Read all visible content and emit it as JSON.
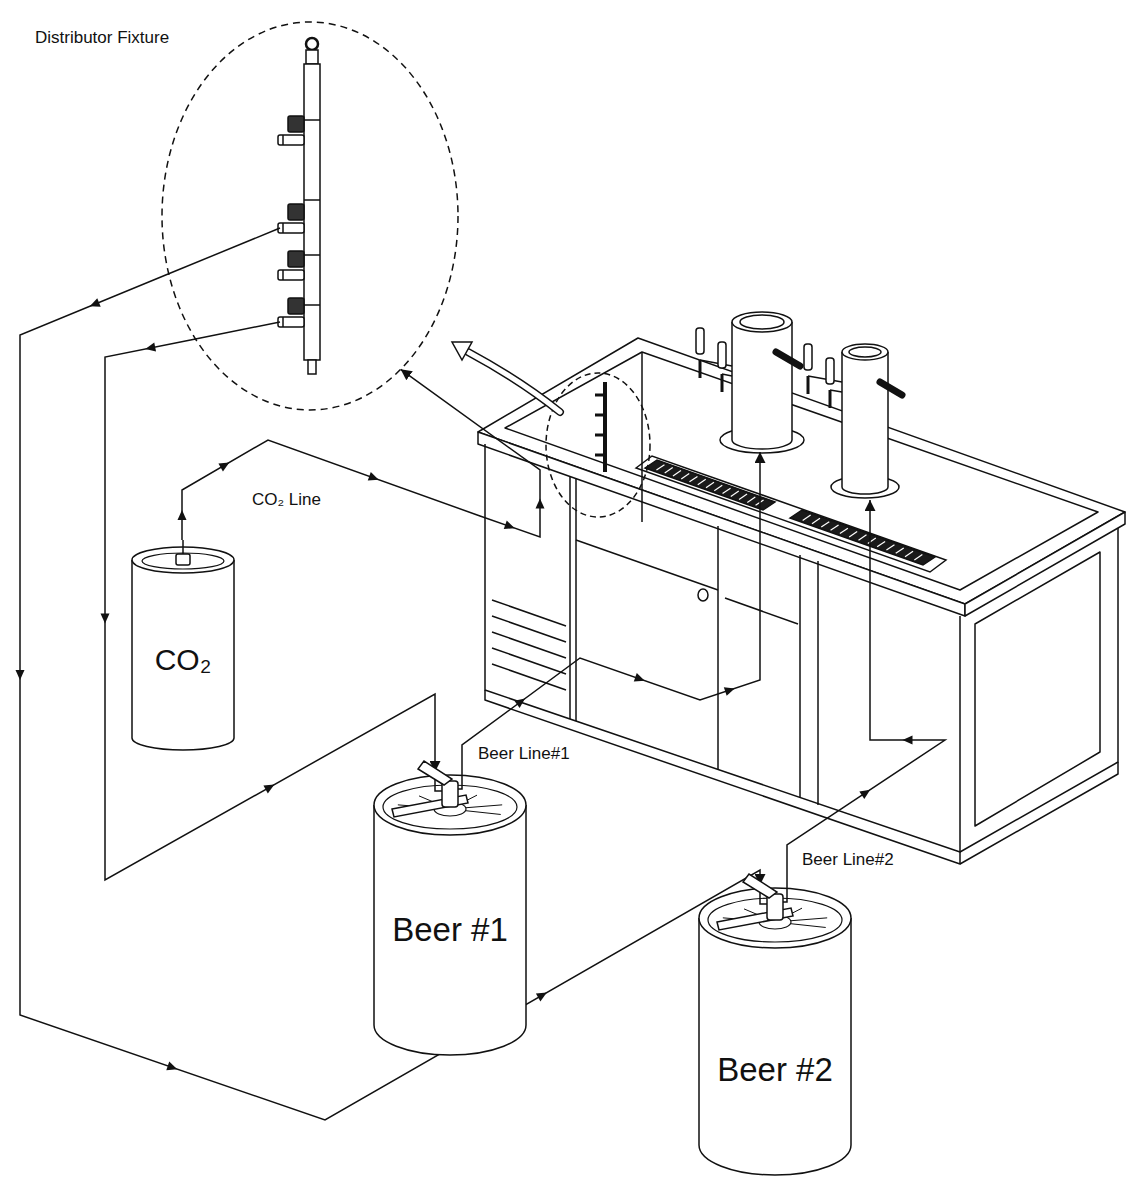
{
  "diagram": {
    "nodes": [
      {
        "text": [
          "Distributor Fixture"
        ]
      },
      {
        "text": [
          "CO₂"
        ]
      },
      {
        "text": [
          "Beer #1"
        ]
      },
      {
        "text": [
          "Beer #2"
        ]
      }
    ],
    "edges": [
      {
        "from": 1,
        "to": 0,
        "arrow": "to",
        "label": "CO₂ Line"
      },
      {
        "from": 0,
        "to": 2,
        "arrow": "to"
      },
      {
        "from": 0,
        "to": 3,
        "arrow": "to"
      }
    ],
    "labels": [
      "Beer Line#1",
      "Beer Line#2"
    ]
  }
}
